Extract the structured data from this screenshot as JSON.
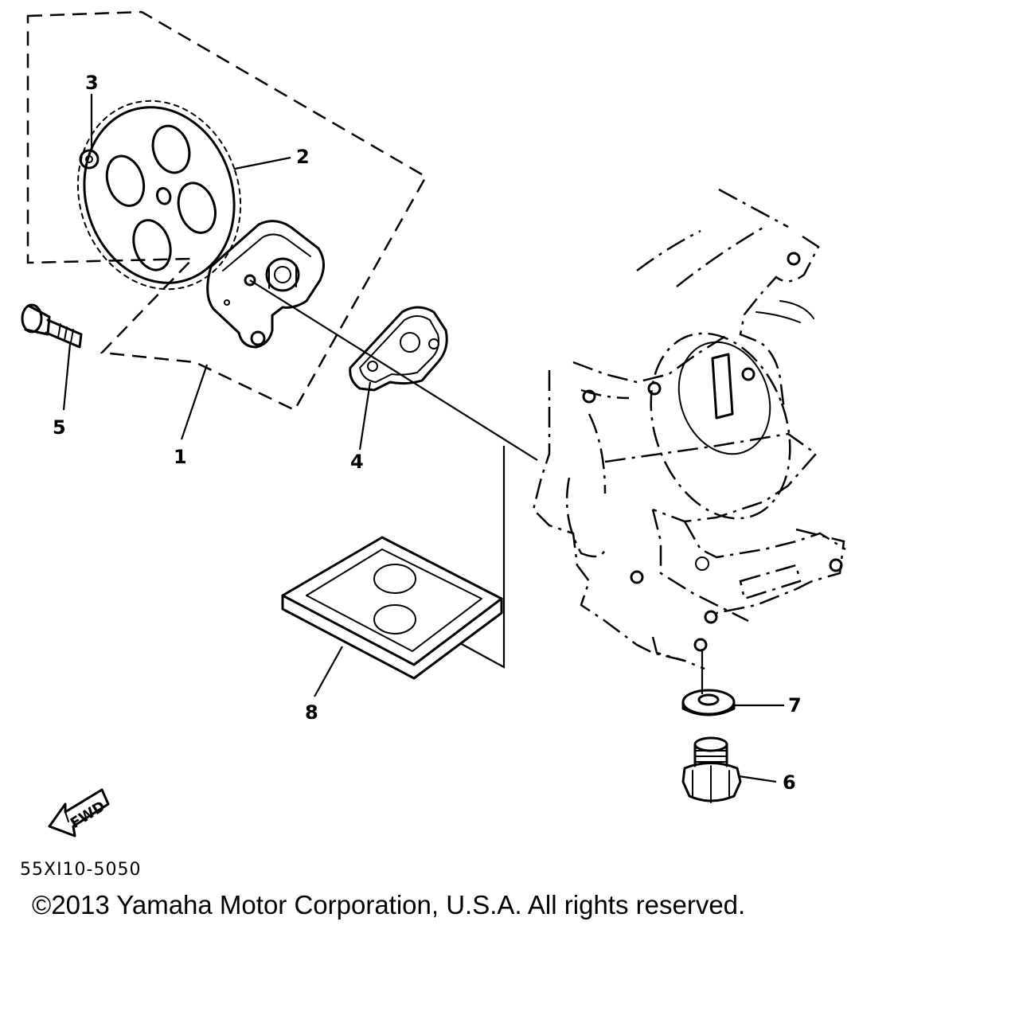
{
  "callouts": {
    "c1": "1",
    "c2": "2",
    "c3": "3",
    "c4": "4",
    "c5": "5",
    "c6": "6",
    "c7": "7",
    "c8": "8"
  },
  "direction_label": "FWD",
  "diagram_code": "55XI10-5050",
  "copyright": "©2013 Yamaha Motor Corporation, U.S.A. All rights reserved.",
  "colors": {
    "ink": "#000000",
    "background": "#ffffff"
  }
}
